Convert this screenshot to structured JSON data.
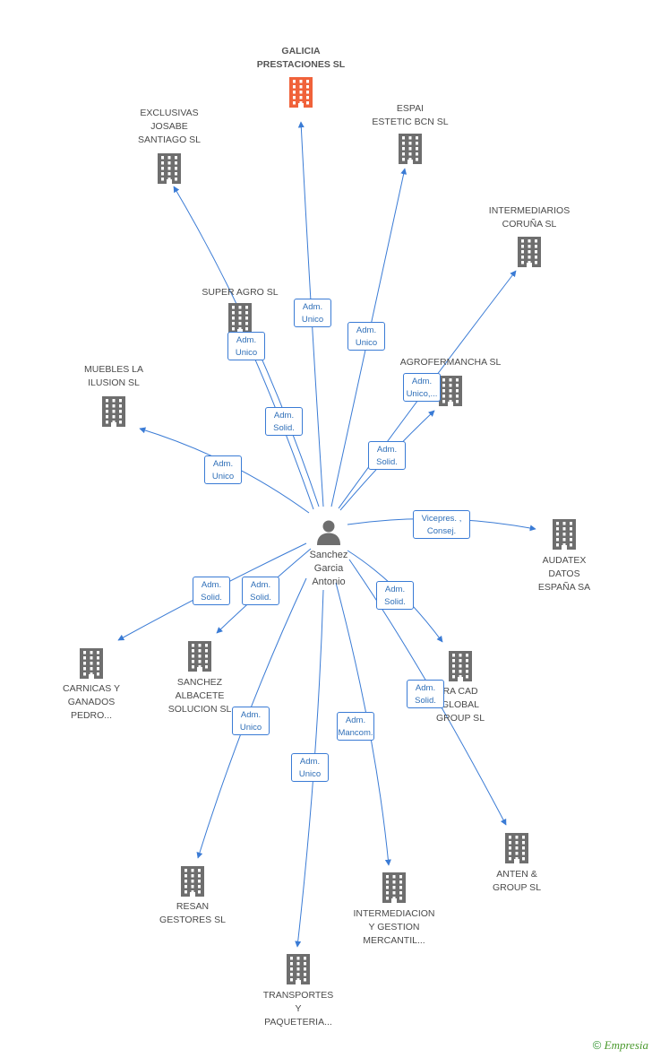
{
  "center": {
    "name": "Sanchez\nGarcia\nAntonio",
    "icon": "person-icon"
  },
  "colors": {
    "edge": "#3a7bd5",
    "building": "#6e6e6e",
    "highlight": "#f0623a"
  },
  "nodes": [
    {
      "id": "galicia",
      "label": "GALICIA\nPRESTACIONES SL",
      "highlight": true
    },
    {
      "id": "exclusivas",
      "label": "EXCLUSIVAS\nJOSABE\nSANTIAGO  SL"
    },
    {
      "id": "espai",
      "label": "ESPAI\nESTETIC BCN  SL"
    },
    {
      "id": "intermediarios",
      "label": "INTERMEDIARIOS\nCORUÑA SL"
    },
    {
      "id": "superagro",
      "label": "SUPER AGRO SL"
    },
    {
      "id": "agrofermancha",
      "label": "AGROFERMANCHA SL"
    },
    {
      "id": "muebles",
      "label": "MUEBLES LA\nILUSION  SL"
    },
    {
      "id": "audatex",
      "label": "AUDATEX\nDATOS\nESPAÑA SA"
    },
    {
      "id": "carnicas",
      "label": "CARNICAS Y\nGANADOS\nPEDRO..."
    },
    {
      "id": "sanchezalb",
      "label": "SANCHEZ\nALBACETE\nSOLUCION SL"
    },
    {
      "id": "racad",
      "label": "RA CAD\nGLOBAL\nGROUP SL"
    },
    {
      "id": "anten",
      "label": "ANTEN &\nGROUP SL"
    },
    {
      "id": "resan",
      "label": "RESAN\nGESTORES  SL"
    },
    {
      "id": "intermediacion",
      "label": "INTERMEDIACION\nY GESTION\nMERCANTIL..."
    },
    {
      "id": "transportes",
      "label": "TRANSPORTES\nY\nPAQUETERIA..."
    }
  ],
  "edges": [
    {
      "to": "galicia",
      "label": "Adm.\nUnico"
    },
    {
      "to": "exclusivas",
      "label": "Adm.\nUnico"
    },
    {
      "to": "superagro",
      "label": "Adm.\nSolid."
    },
    {
      "to": "espai",
      "label": "Adm.\nUnico"
    },
    {
      "to": "intermediarios",
      "label": "Adm.\nUnico,..."
    },
    {
      "to": "agrofermancha",
      "label": "Adm.\nSolid."
    },
    {
      "to": "muebles",
      "label": "Adm.\nUnico"
    },
    {
      "to": "audatex",
      "label": "Vicepres. ,\nConsej."
    },
    {
      "to": "carnicas",
      "label": "Adm.\nSolid."
    },
    {
      "to": "sanchezalb",
      "label": "Adm.\nSolid."
    },
    {
      "to": "racad",
      "label": "Adm.\nSolid."
    },
    {
      "to": "anten",
      "label": "Adm.\nSolid."
    },
    {
      "to": "resan",
      "label": "Adm.\nUnico"
    },
    {
      "to": "transportes",
      "label": "Adm.\nUnico"
    },
    {
      "to": "intermediacion",
      "label": "Adm.\nMancom."
    }
  ],
  "footer": {
    "copyright": "©",
    "brand": "Empresia"
  }
}
